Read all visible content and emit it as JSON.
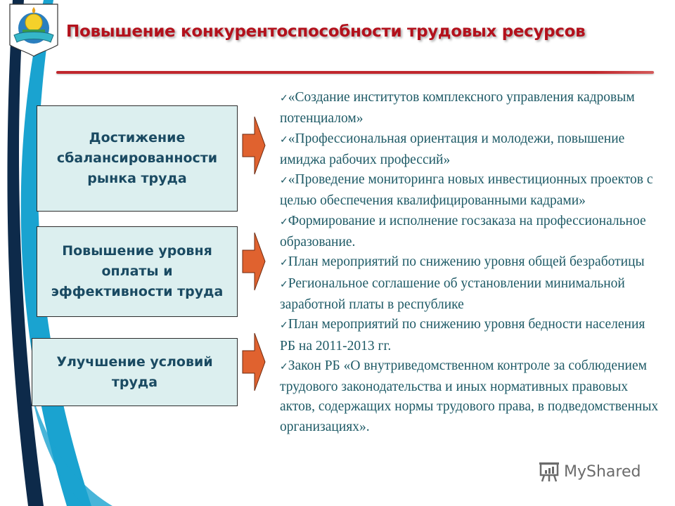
{
  "slide": {
    "title": "Повышение конкурентоспособности  трудовых ресурсов",
    "colors": {
      "title": "#b3111c",
      "rule": "#c0272d",
      "box_fill": "#dcefef",
      "box_text": "#1a4a62",
      "arrow_fill": "#e0622f",
      "bullet_text": "#1e5a66",
      "swoosh_dark": "#0d2a4a",
      "swoosh_light": "#1aa3d0"
    },
    "emblem": {
      "icon": "coat-of-arms-icon"
    },
    "goals": [
      {
        "lines": [
          "Достижение",
          "сбалансированности",
          "рынка труда"
        ]
      },
      {
        "lines": [
          "Повышение уровня",
          "оплаты и",
          "эффективности труда"
        ]
      },
      {
        "lines": [
          "Улучшение условий",
          "труда"
        ]
      }
    ],
    "bullets": [
      "«Создание институтов комплексного управления кадровым потенциалом»",
      "«Профессиональная ориентация и молодежи, повышение имиджа рабочих профессий»",
      "«Проведение мониторинга новых инвестиционных проектов с целью обеспечения квалифицированными кадрами»",
      "Формирование и исполнение госзаказа на профессиональное образование.",
      "План мероприятий по снижению уровня общей безработицы",
      "Региональное соглашение об установлении минимальной заработной платы в республике",
      "План мероприятий по снижению уровня бедности населения РБ на 2011-2013 гг.",
      "Закон РБ «О внутриведомственном контроле за соблюдением трудового законодательства и иных нормативных правовых актов, содержащих нормы трудового права, в подведомственных организациях»."
    ],
    "check_glyph": "✓",
    "watermark": {
      "text": "MyShared",
      "icon": "presentation-board-icon"
    }
  }
}
